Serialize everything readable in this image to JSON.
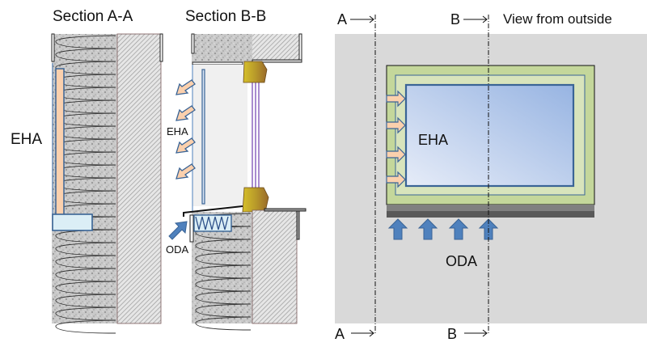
{
  "section_a": {
    "title": "Section A-A",
    "label_exhaust": "EHA"
  },
  "section_b": {
    "title": "Section B-B",
    "label_exhaust": "EHA",
    "label_outdoor": "ODA"
  },
  "view": {
    "title": "View from outside",
    "label_exhaust": "EHA",
    "label_outdoor": "ODA",
    "cut_a_top": "A",
    "cut_b_top": "B",
    "cut_a_bottom": "A",
    "cut_b_bottom": "B",
    "arrow_glyph": "→"
  },
  "colors": {
    "insulation": "#c8c8c8",
    "concrete_hatch": "#bdbdbd",
    "duct_fill": "#f9d3b0",
    "duct_stroke": "#3a6496",
    "filter_fill": "#dbeef6",
    "oda_arrow": "#4f81bd",
    "eha_arrow": "#fbd0ad",
    "frame_outer": "#c4d79b",
    "frame_inner": "#d8e4bc",
    "glass_light": "#dbe5f4",
    "glass_dark": "#95b3e0",
    "facade_bg": "#d9d9d9",
    "sill_light": "#808080",
    "sill_dark": "#595959"
  }
}
